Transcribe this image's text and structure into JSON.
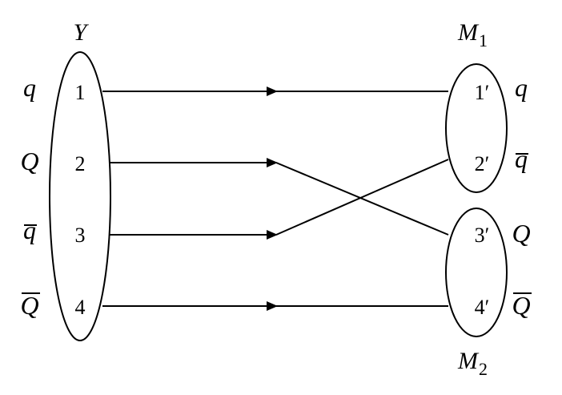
{
  "left_group": {
    "label": "Y",
    "points": [
      {
        "num": "1",
        "flavor": "q",
        "bar": false
      },
      {
        "num": "2",
        "flavor": "Q",
        "bar": false
      },
      {
        "num": "3",
        "flavor": "q",
        "bar": true
      },
      {
        "num": "4",
        "flavor": "Q",
        "bar": true
      }
    ]
  },
  "meson_top": {
    "label": "M",
    "subscript": "1",
    "points": [
      {
        "num": "1′",
        "flavor": "q",
        "bar": false
      },
      {
        "num": "2′",
        "flavor": "q",
        "bar": true
      }
    ]
  },
  "meson_bottom": {
    "label": "M",
    "subscript": "2",
    "points": [
      {
        "num": "3′",
        "flavor": "Q",
        "bar": false
      },
      {
        "num": "4′",
        "flavor": "Q",
        "bar": true
      }
    ]
  },
  "connections": [
    {
      "from": "1",
      "to": "1′"
    },
    {
      "from": "2",
      "to": "3′"
    },
    {
      "from": "3",
      "to": "2′"
    },
    {
      "from": "4",
      "to": "4′"
    }
  ],
  "colors": {
    "stroke": "#000000",
    "background": "#ffffff"
  }
}
